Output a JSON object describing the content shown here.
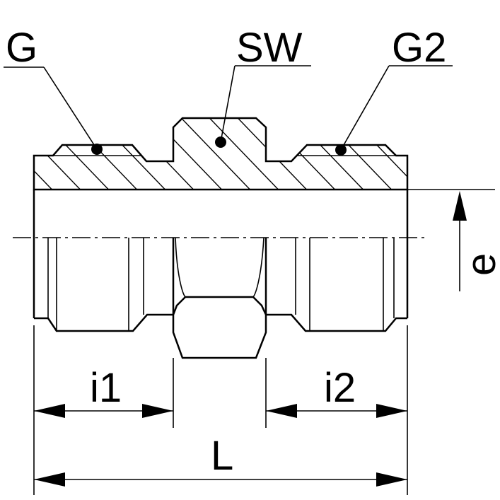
{
  "callouts": {
    "g": "G",
    "sw": "SW",
    "g2": "G2"
  },
  "dimensions": {
    "e": "e",
    "i1": "i1",
    "i2": "i2",
    "l": "L"
  }
}
